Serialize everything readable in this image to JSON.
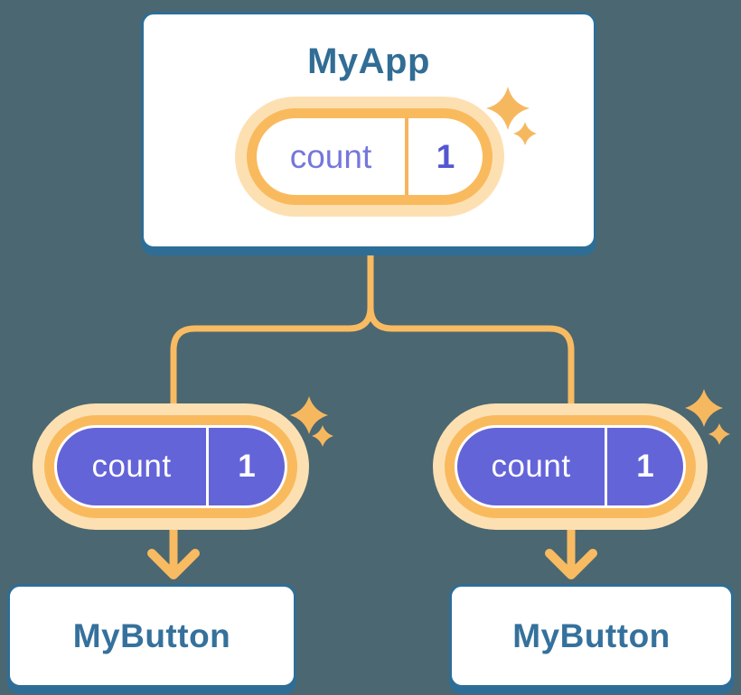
{
  "background_color": "#4B6771",
  "colors": {
    "card_background": "#FFFFFF",
    "card_border_blue": "#2E6E96",
    "heading_blue": "#316D95",
    "leaf_heading_blue": "#35719C",
    "connector_orange": "#F8BB62",
    "pill_ring_orange": "#F9BA5E",
    "pill_ring_pale": "#FDE0B2",
    "pill_separator_orange": "#F6B45F",
    "pill_purple": "#6464D9",
    "pill_key_text_purple": "#7577DC",
    "pill_value_text_purple": "#5457D0",
    "pill_text_on_purple": "#FFFFFF",
    "sparkle_orange": "#F6B85F"
  },
  "icons": {
    "sparkle": "four-point-star-icon",
    "arrow": "down-arrow-icon"
  },
  "nodes": {
    "root": {
      "label": "MyApp",
      "pill": {
        "key": "count",
        "value": "1"
      }
    },
    "child_left": {
      "label": "MyButton",
      "pill": {
        "key": "count",
        "value": "1"
      }
    },
    "child_right": {
      "label": "MyButton",
      "pill": {
        "key": "count",
        "value": "1"
      }
    }
  }
}
